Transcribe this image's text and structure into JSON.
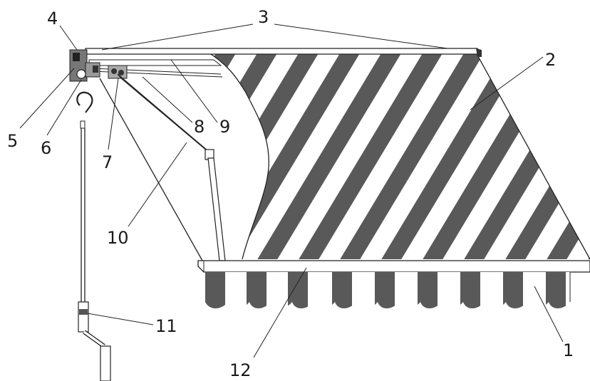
{
  "figure": {
    "callouts": [
      {
        "id": "c1",
        "label": "1"
      },
      {
        "id": "c2",
        "label": "2"
      },
      {
        "id": "c3",
        "label": "3"
      },
      {
        "id": "c4",
        "label": "4"
      },
      {
        "id": "c5",
        "label": "5"
      },
      {
        "id": "c6",
        "label": "6"
      },
      {
        "id": "c7",
        "label": "7"
      },
      {
        "id": "c8",
        "label": "8"
      },
      {
        "id": "c9",
        "label": "9"
      },
      {
        "id": "c10",
        "label": "10"
      },
      {
        "id": "c11",
        "label": "11"
      },
      {
        "id": "c12",
        "label": "12"
      }
    ],
    "colors": {
      "stripe_dark": "#595959",
      "stripe_light": "#ffffff",
      "line": "#222222",
      "background": "#ffffff"
    }
  }
}
